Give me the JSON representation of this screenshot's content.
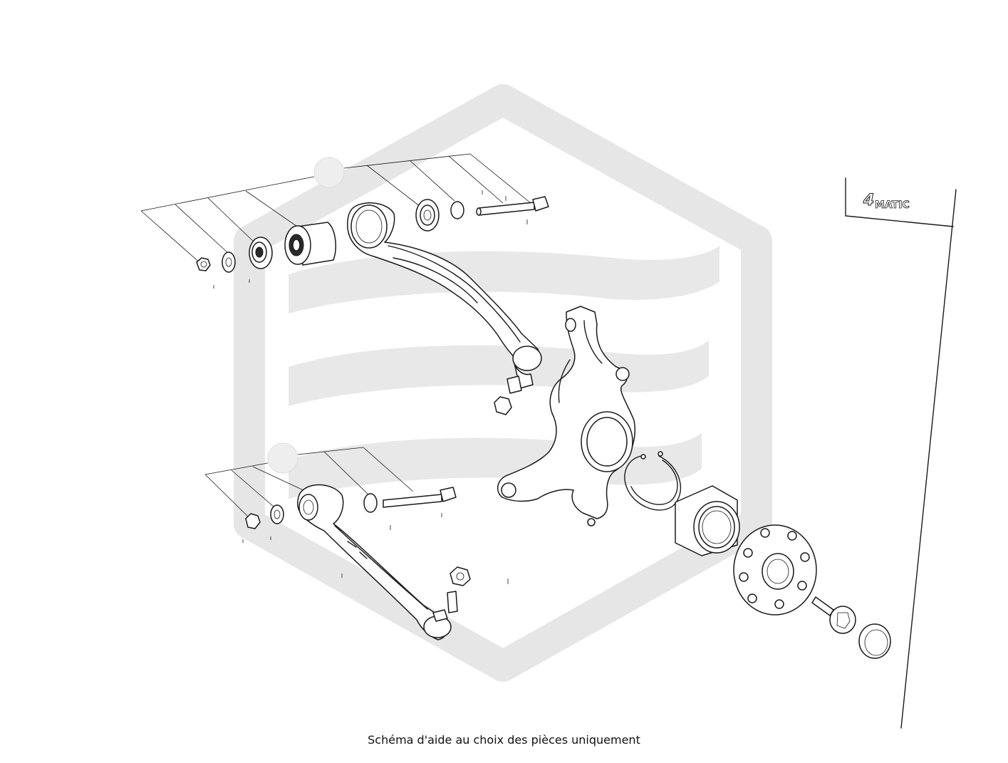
{
  "caption": "Schéma d'aide au choix des pièces uniquement",
  "badge": {
    "number": "4",
    "text": "MATIC"
  },
  "colors": {
    "line": "#1a1a1a",
    "watermark": "#e6e6e6",
    "background": "#ffffff"
  },
  "icons": [
    "watermark-logo",
    "upper-control-arm",
    "lower-control-arm",
    "steering-knuckle",
    "wheel-bearing",
    "wheel-hub",
    "circlip",
    "hub-bolt",
    "dust-cap"
  ]
}
